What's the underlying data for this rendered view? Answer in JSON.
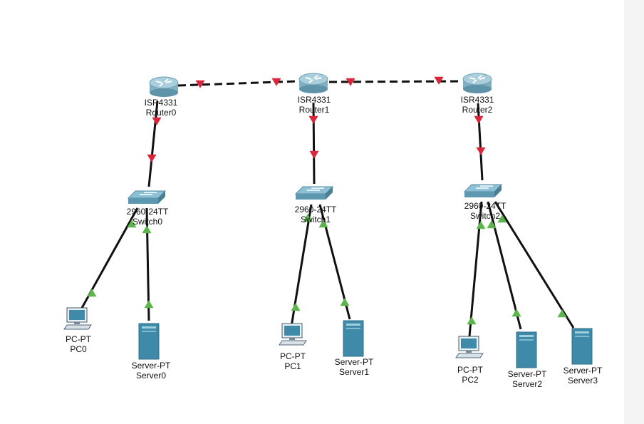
{
  "devices": [
    {
      "id": "router0",
      "kind": "router",
      "model": "ISR4331",
      "name": "Router0"
    },
    {
      "id": "router1",
      "kind": "router",
      "model": "ISR4331",
      "name": "Router1"
    },
    {
      "id": "router2",
      "kind": "router",
      "model": "ISR4331",
      "name": "Router2"
    },
    {
      "id": "switch0",
      "kind": "switch",
      "model": "2960-24TT",
      "name": "Switch0"
    },
    {
      "id": "switch1",
      "kind": "switch",
      "model": "2960-24TT",
      "name": "Switch1"
    },
    {
      "id": "switch2",
      "kind": "switch",
      "model": "2960-24TT",
      "name": "Switch2"
    },
    {
      "id": "pc0",
      "kind": "pc",
      "model": "PC-PT",
      "name": "PC0"
    },
    {
      "id": "server0",
      "kind": "server",
      "model": "Server-PT",
      "name": "Server0"
    },
    {
      "id": "pc1",
      "kind": "pc",
      "model": "PC-PT",
      "name": "PC1"
    },
    {
      "id": "server1",
      "kind": "server",
      "model": "Server-PT",
      "name": "Server1"
    },
    {
      "id": "pc2",
      "kind": "pc",
      "model": "PC-PT",
      "name": "PC2"
    },
    {
      "id": "server2",
      "kind": "server",
      "model": "Server-PT",
      "name": "Server2"
    },
    {
      "id": "server3",
      "kind": "server",
      "model": "Server-PT",
      "name": "Server3"
    }
  ],
  "links": [
    {
      "from": "router0",
      "to": "router1",
      "cable": "dashed",
      "from_status": "down",
      "to_status": "down"
    },
    {
      "from": "router1",
      "to": "router2",
      "cable": "dashed",
      "from_status": "down",
      "to_status": "down"
    },
    {
      "from": "router0",
      "to": "switch0",
      "cable": "solid",
      "from_status": "down",
      "to_status": "down"
    },
    {
      "from": "router1",
      "to": "switch1",
      "cable": "solid",
      "from_status": "down",
      "to_status": "down"
    },
    {
      "from": "router2",
      "to": "switch2",
      "cable": "solid",
      "from_status": "down",
      "to_status": "down"
    },
    {
      "from": "switch0",
      "to": "pc0",
      "cable": "solid",
      "from_status": "up",
      "to_status": "up"
    },
    {
      "from": "switch0",
      "to": "server0",
      "cable": "solid",
      "from_status": "up",
      "to_status": "up"
    },
    {
      "from": "switch1",
      "to": "pc1",
      "cable": "solid",
      "from_status": "up",
      "to_status": "up"
    },
    {
      "from": "switch1",
      "to": "server1",
      "cable": "solid",
      "from_status": "up",
      "to_status": "up"
    },
    {
      "from": "switch2",
      "to": "pc2",
      "cable": "solid",
      "from_status": "up",
      "to_status": "up"
    },
    {
      "from": "switch2",
      "to": "server2",
      "cable": "solid",
      "from_status": "up",
      "to_status": "up"
    },
    {
      "from": "switch2",
      "to": "server3",
      "cable": "solid",
      "from_status": "up",
      "to_status": "up"
    }
  ],
  "colors": {
    "link_down": "#d9263a",
    "link_up": "#5cb54a",
    "cable": "#111111",
    "router_body": "#7fb0c4",
    "router_top": "#a9cfdd",
    "switch_body": "#5e98b0",
    "switch_top": "#8cc0d4",
    "server_body": "#3f8aa8",
    "pc_screen": "#3f8aa8",
    "strip": "#f4f4f4"
  }
}
